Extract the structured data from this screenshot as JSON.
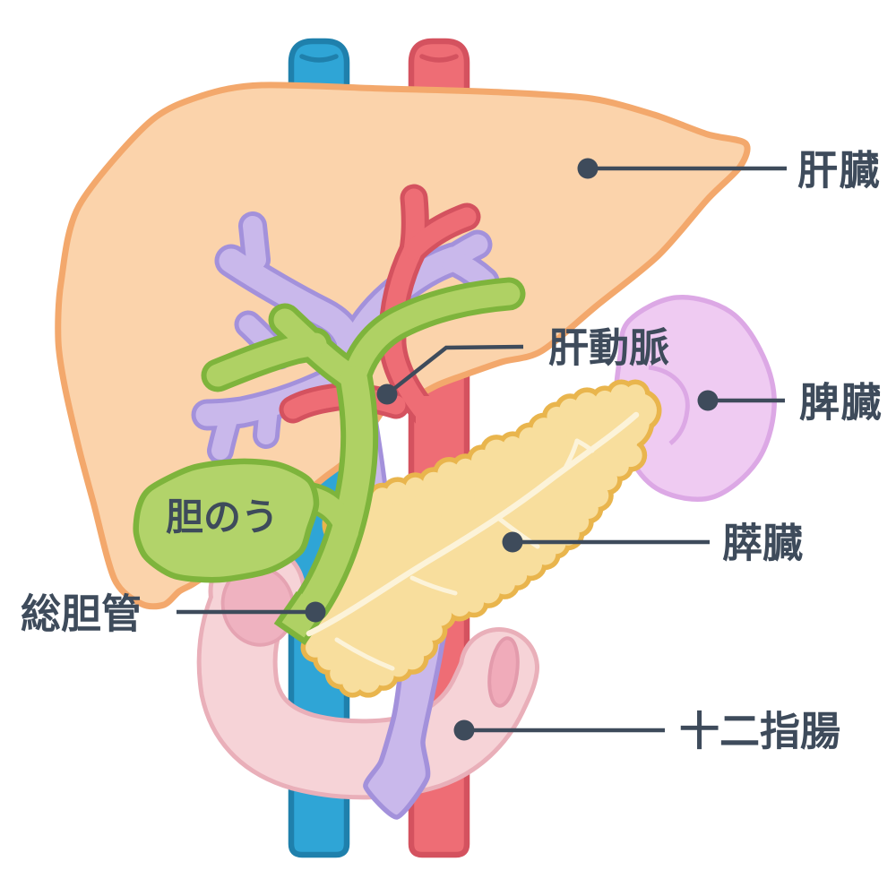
{
  "labels": {
    "liver": "肝臓",
    "hepatic_artery": "肝動脈",
    "spleen": "脾臓",
    "pancreas": "膵臓",
    "duodenum": "十二指腸",
    "common_bile_duct": "総胆管",
    "gallbladder": "胆のう"
  },
  "colors": {
    "liver": "#FBD3AB",
    "liver_outline": "#F3A86C",
    "vena_cava": "#2FA5D6",
    "aorta": "#EE6D75",
    "portal_vein": "#C9B8EB",
    "bile_duct": "#AFD164",
    "pancreas": "#F8DE9D",
    "duodenum": "#F6D3D7",
    "spleen": "#EFCBF2",
    "label_ink": "#3E4B5B"
  }
}
